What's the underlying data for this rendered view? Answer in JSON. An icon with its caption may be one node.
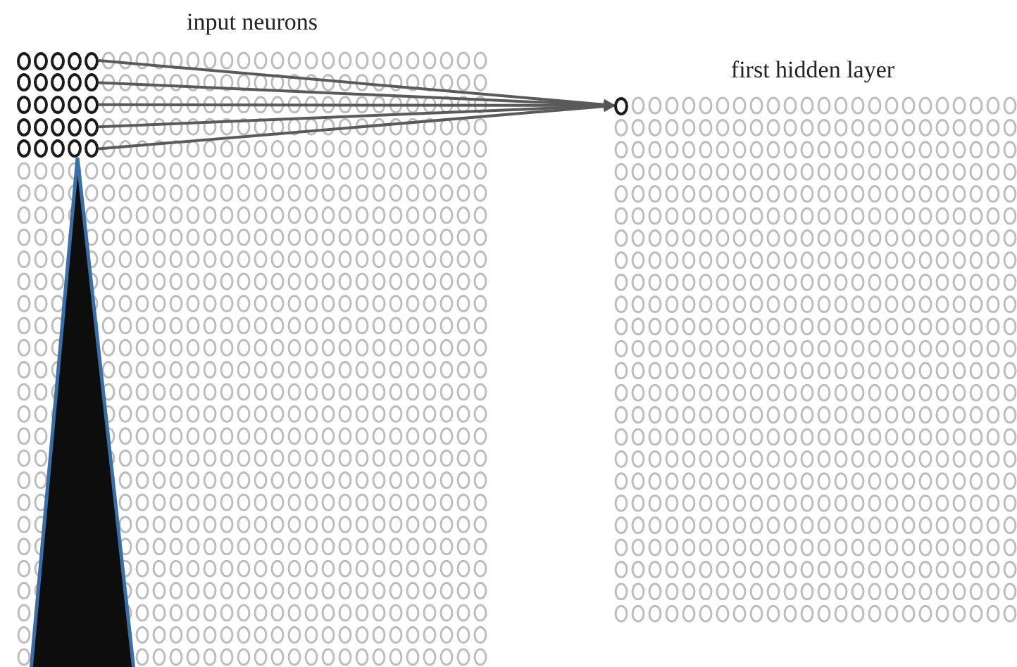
{
  "diagram": {
    "nodes": [
      {
        "text": [
          "input neurons"
        ]
      },
      {
        "text": [],
        "shape": "circle",
        "in": 0
      },
      {
        "text": [],
        "shape": "circle",
        "in": 0
      },
      {
        "text": [],
        "shape": "circle",
        "in": 0
      },
      {
        "text": [],
        "shape": "circle",
        "in": 0
      },
      {
        "text": [],
        "shape": "circle",
        "in": 0
      },
      {
        "text": [],
        "shape": "circle",
        "in": 0
      },
      {
        "text": [],
        "shape": "circle",
        "in": 0
      },
      {
        "text": [],
        "shape": "circle",
        "in": 0
      },
      {
        "text": [],
        "shape": "circle",
        "in": 0
      },
      {
        "text": [],
        "shape": "circle",
        "in": 0
      },
      {
        "text": [],
        "shape": "circle",
        "in": 0
      },
      {
        "text": [],
        "shape": "circle",
        "in": 0
      },
      {
        "text": [],
        "shape": "circle",
        "in": 0
      },
      {
        "text": [],
        "shape": "circle",
        "in": 0
      },
      {
        "text": [],
        "shape": "circle",
        "in": 0
      },
      {
        "text": [],
        "shape": "circle",
        "in": 0
      },
      {
        "text": [],
        "shape": "circle",
        "in": 0
      },
      {
        "text": [],
        "shape": "circle",
        "in": 0
      },
      {
        "text": [],
        "shape": "circle",
        "in": 0
      },
      {
        "text": [],
        "shape": "circle",
        "in": 0
      },
      {
        "text": [],
        "shape": "circle",
        "in": 0
      },
      {
        "text": [],
        "shape": "circle",
        "in": 0
      },
      {
        "text": [],
        "shape": "circle",
        "in": 0
      },
      {
        "text": [],
        "shape": "circle",
        "in": 0
      },
      {
        "text": [],
        "shape": "circle",
        "in": 0
      },
      {
        "text": [
          "first hidden layer"
        ]
      },
      {
        "text": [],
        "shape": "circle",
        "in": 26
      },
      {
        "text": [],
        "shape": "triangle",
        "in": 0
      }
    ],
    "edges": [
      {
        "from": 5,
        "to": 27,
        "arrow": "to"
      },
      {
        "from": 10,
        "to": 27,
        "arrow": "to"
      },
      {
        "from": 15,
        "to": 27,
        "arrow": "to"
      },
      {
        "from": 20,
        "to": 27,
        "arrow": "to"
      },
      {
        "from": 25,
        "to": 27,
        "arrow": "to"
      }
    ]
  }
}
